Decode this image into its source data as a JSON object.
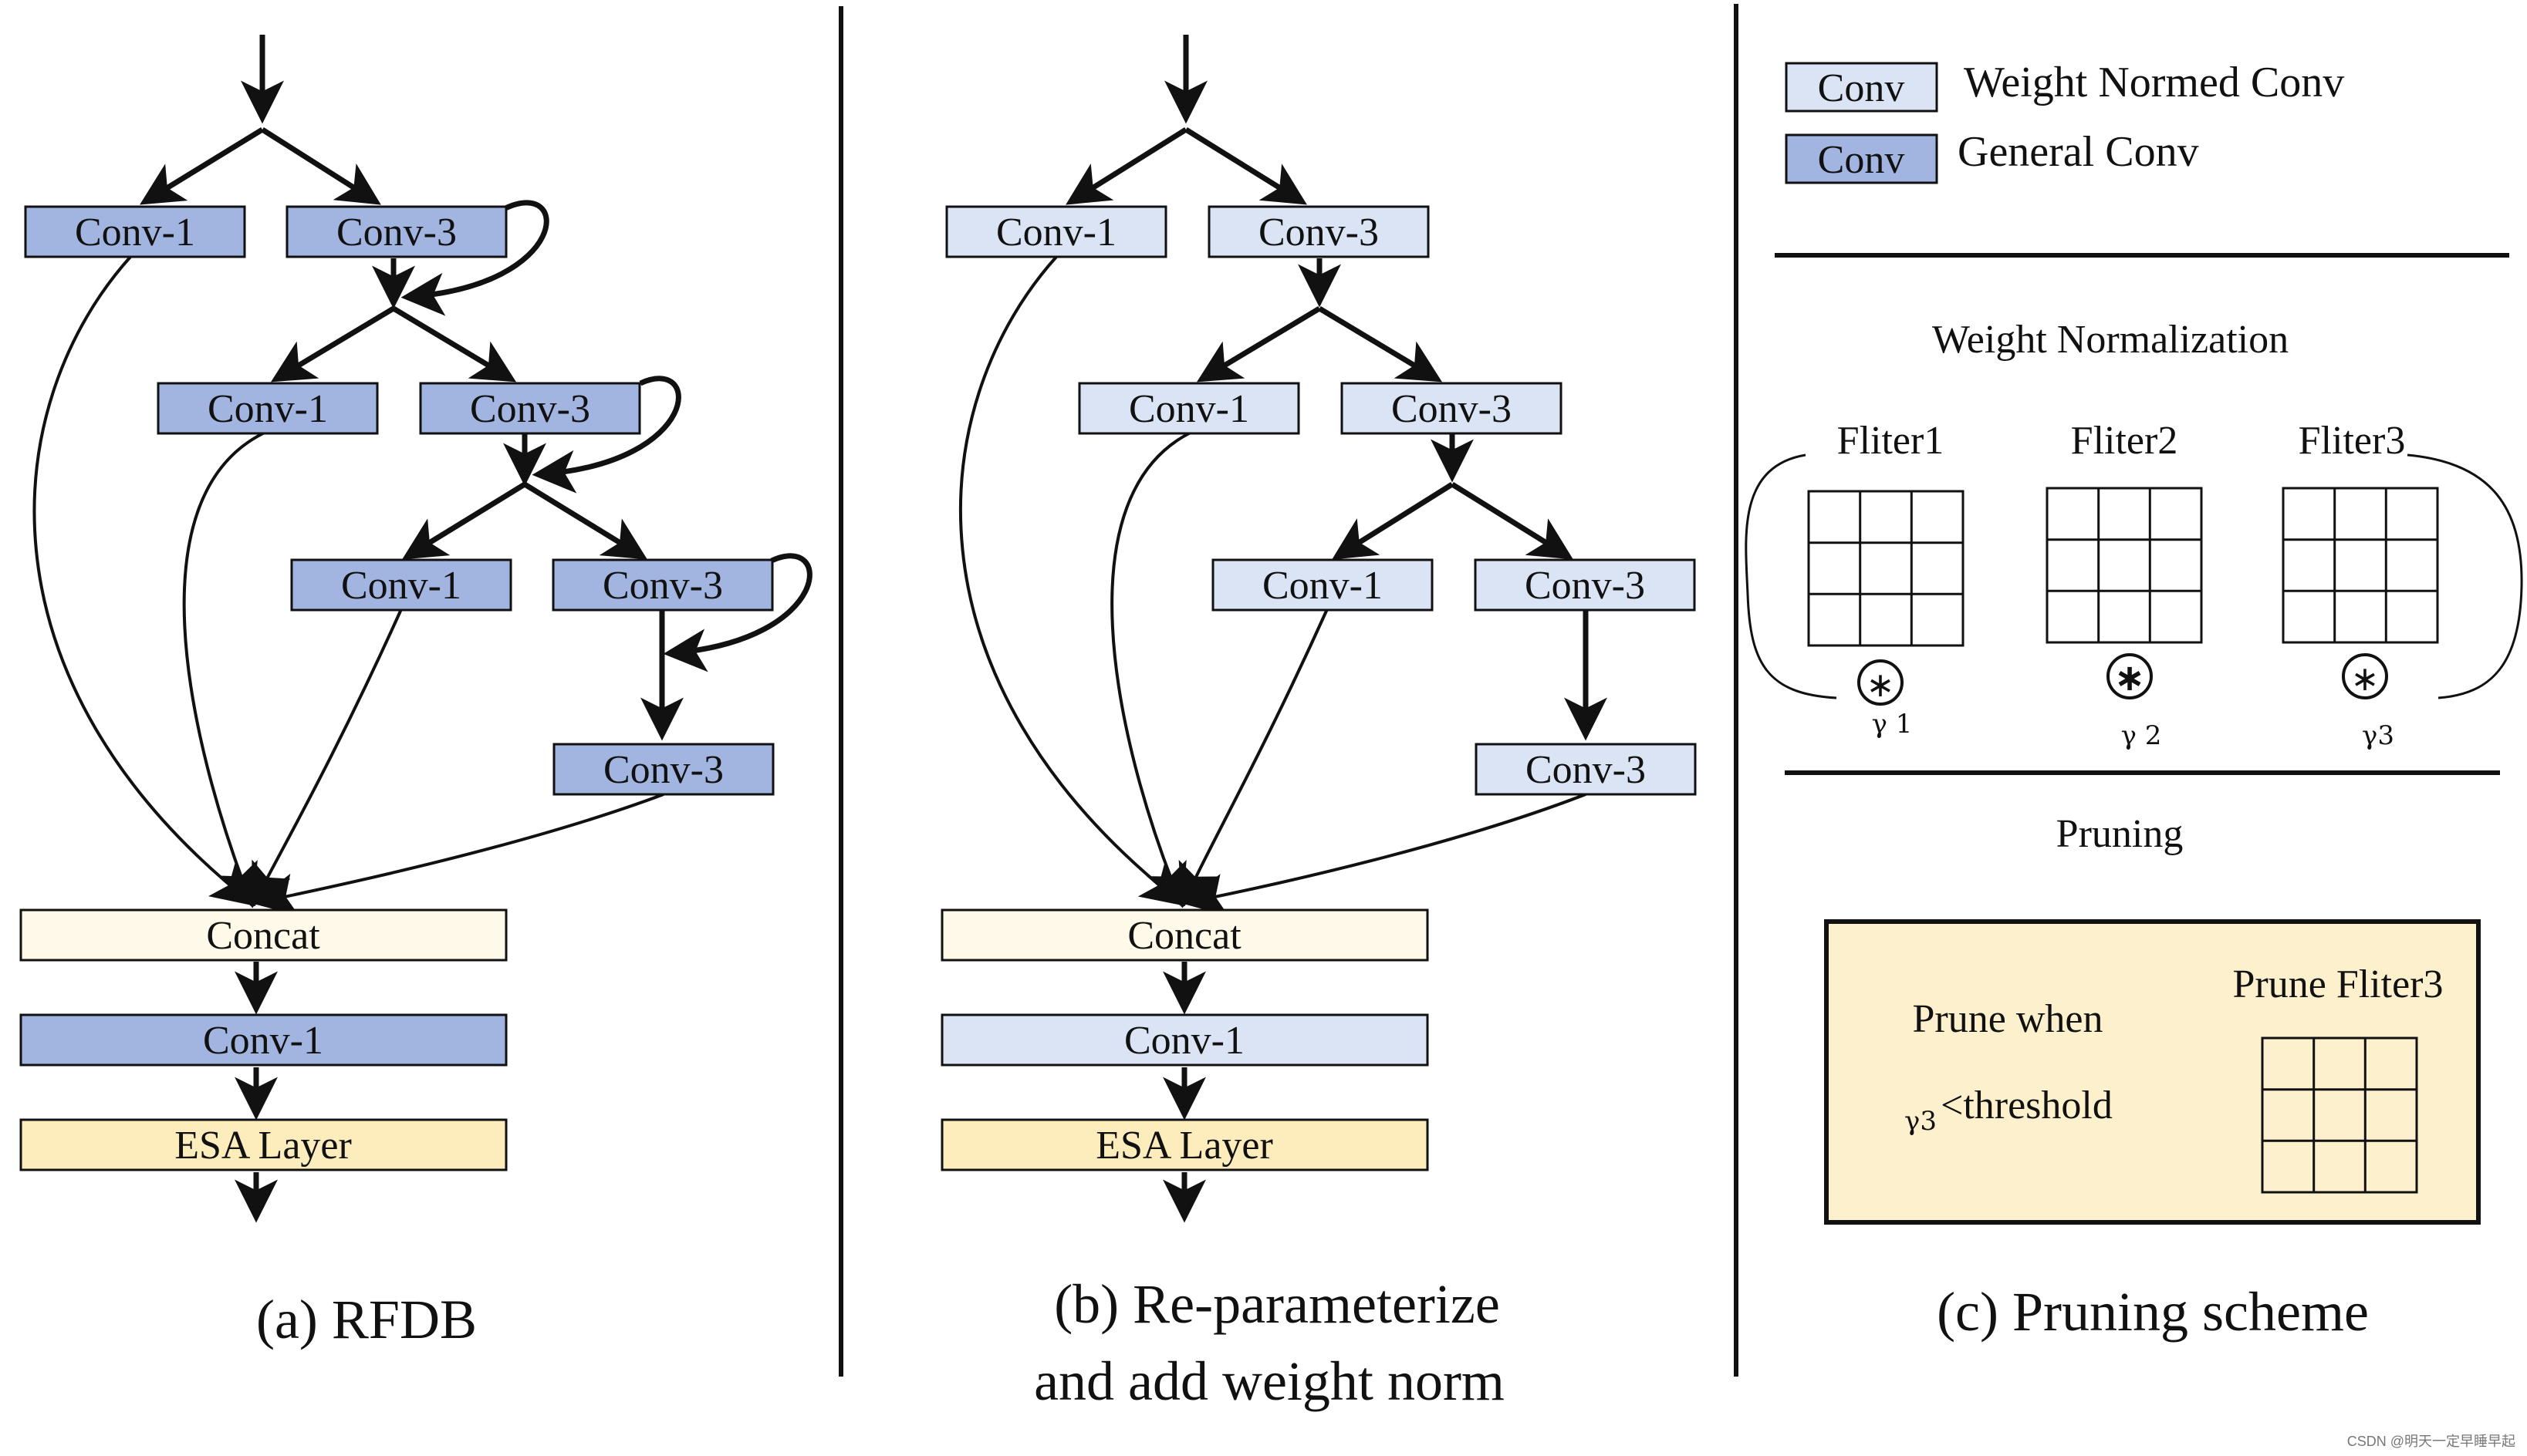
{
  "colors": {
    "general_conv": "#a1b5e0",
    "weight_normed_conv": "#dbe4f4",
    "concat": "#fef9e9",
    "esa": "#fdedbd",
    "prune_box": "#fdf1cd",
    "stroke": "#111111"
  },
  "panel_a": {
    "caption": "(a) RFDB",
    "conv1": "Conv-1",
    "conv3": "Conv-3",
    "concat": "Concat",
    "esa": "ESA Layer"
  },
  "panel_b": {
    "caption_line1": "(b) Re-parameterize",
    "caption_line2": "and add weight norm",
    "conv1": "Conv-1",
    "conv3": "Conv-3",
    "concat": "Concat",
    "esa": "ESA Layer"
  },
  "panel_c": {
    "legend": [
      {
        "box": "Conv",
        "label": "Weight Normed Conv",
        "style": "weight_normed_conv"
      },
      {
        "box": "Conv",
        "label": "General Conv",
        "style": "general_conv"
      }
    ],
    "wn_title": "Weight Normalization",
    "filters": [
      {
        "name": "Fliter1",
        "gamma": "γ 1"
      },
      {
        "name": "Fliter2",
        "gamma": "γ 2"
      },
      {
        "name": "Fliter3",
        "gamma": "γ3"
      }
    ],
    "pruning_title": "Pruning",
    "prune_when": "Prune when",
    "prune_gamma": "γ3",
    "threshold": "<threshold",
    "prune_filter": "Prune Fliter3",
    "caption": "(c) Pruning scheme"
  },
  "watermark": "CSDN @明天一定早睡早起"
}
